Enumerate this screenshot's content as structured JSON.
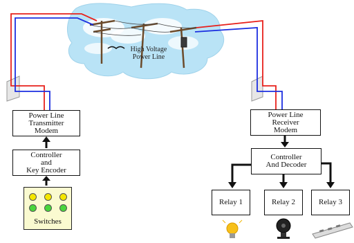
{
  "diagram": {
    "power_line_label": "High Voltage\nPower Line",
    "transmitter": {
      "modem_label": "Power Line\nTransmitter\nModem",
      "controller_label": "Controller\nand\nKey Encoder",
      "switches_label": "Switches",
      "led_colors": [
        "yellow",
        "yellow",
        "yellow",
        "green",
        "green",
        "green"
      ]
    },
    "receiver": {
      "modem_label": "Power Line\nReceiver\nModem",
      "controller_label": "Controller\nAnd Decoder",
      "relays": [
        "Relay 1",
        "Relay 2",
        "Relay 3"
      ],
      "loads": [
        "bulb-icon",
        "fan-icon",
        "power-strip-icon"
      ]
    },
    "colors": {
      "live_wire": "#e8201b",
      "neutral_wire": "#1b2ee0",
      "cloud": "#dff2fb",
      "sky": "#b9e3f6",
      "pole": "#6b4a2a"
    }
  }
}
